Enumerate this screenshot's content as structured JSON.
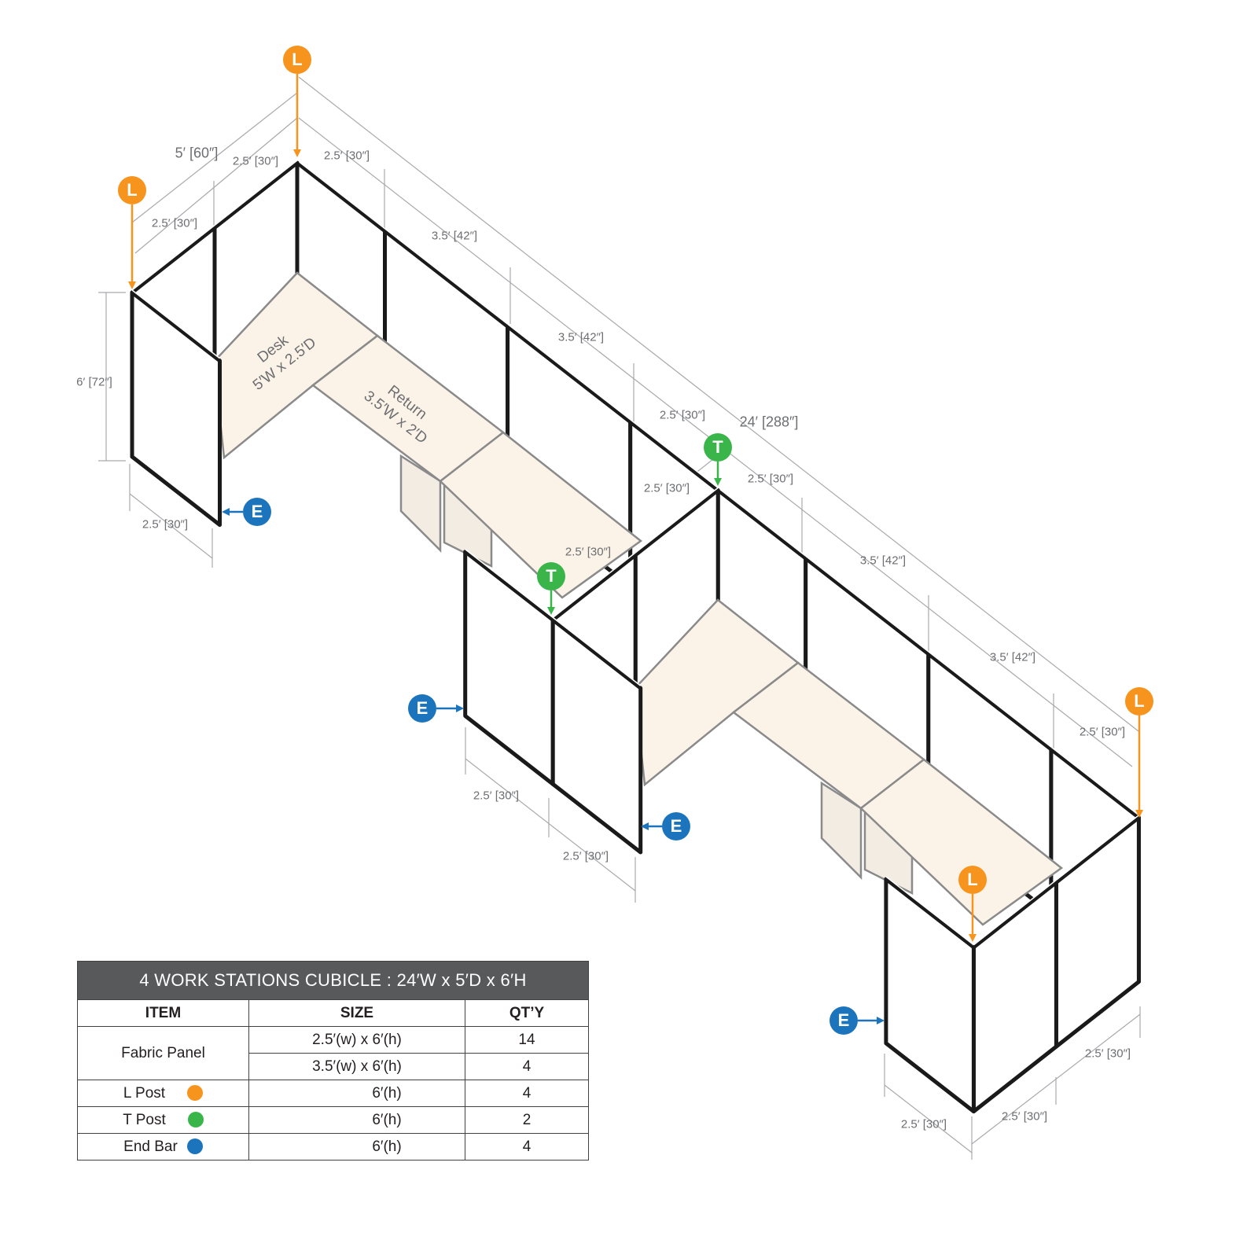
{
  "colors": {
    "l_post": "#f7941d",
    "t_post": "#39b54a",
    "end_bar": "#1c75bc",
    "desk": "#fbf3e8",
    "frame": "#1a1a1a",
    "dimension": "#6d6e71",
    "table_header": "#58595b"
  },
  "markers": [
    {
      "letter": "L",
      "type": "l_post"
    },
    {
      "letter": "L",
      "type": "l_post"
    },
    {
      "letter": "T",
      "type": "t_post"
    },
    {
      "letter": "T",
      "type": "t_post"
    },
    {
      "letter": "L",
      "type": "l_post"
    },
    {
      "letter": "L",
      "type": "l_post"
    },
    {
      "letter": "E",
      "type": "end_bar"
    },
    {
      "letter": "E",
      "type": "end_bar"
    },
    {
      "letter": "E",
      "type": "end_bar"
    },
    {
      "letter": "E",
      "type": "end_bar"
    }
  ],
  "dimensions": [
    "5′ [60″]",
    "2.5′ [30″]",
    "2.5′ [30″]",
    "2.5′ [30″]",
    "3.5′ [42″]",
    "6′ [72″]",
    "3.5′ [42″]",
    "2.5′ [30″]",
    "24′ [288″]",
    "2.5′ [30″]",
    "2.5′ [30″]",
    "2.5′ [30″]",
    "2.5′ [30″]",
    "3.5′ [42″]",
    "3.5′ [42″]",
    "2.5′ [30″]",
    "2.5′ [30″]",
    "2.5′ [30″]",
    "2.5′ [30″]",
    "2.5′ [30″]",
    "2.5′ [30″]"
  ],
  "desk_labels": {
    "desk_name": "Desk",
    "desk_size": "5′W x 2.5′D",
    "return_name": "Return",
    "return_size": "3.5′W x 2′D"
  },
  "table": {
    "title": "4  WORK STATIONS  CUBICLE  : 24′W x 5′D x 6′H",
    "headers": [
      "ITEM",
      "SIZE",
      "QT’Y"
    ],
    "fabric_panel": {
      "item": "Fabric Panel",
      "rows": [
        {
          "size": "2.5′(w) x 6′(h)",
          "qty": "14"
        },
        {
          "size": "3.5′(w) x 6′(h)",
          "qty": "4"
        }
      ]
    },
    "posts": [
      {
        "item": "L Post",
        "size": "6′(h)",
        "qty": "4",
        "color_key": "l_post"
      },
      {
        "item": "T Post",
        "size": "6′(h)",
        "qty": "2",
        "color_key": "t_post"
      },
      {
        "item": "End  Bar",
        "size": "6′(h)",
        "qty": "4",
        "color_key": "end_bar"
      }
    ]
  }
}
